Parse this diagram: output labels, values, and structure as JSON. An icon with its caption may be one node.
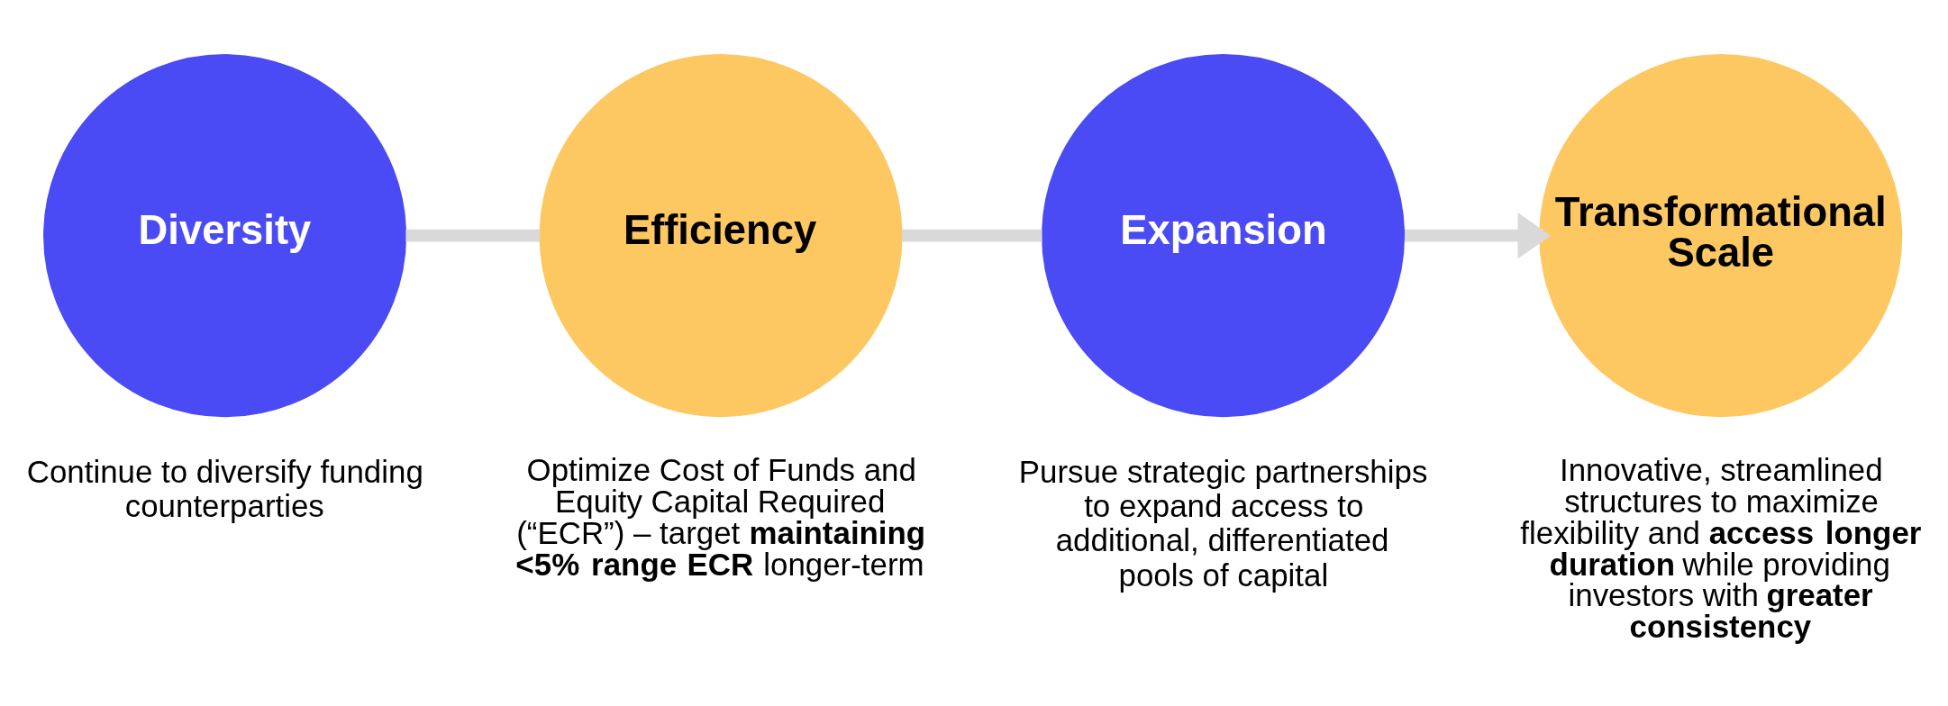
{
  "diagram": {
    "nodes": [
      {
        "text": [
          "Diversity"
        ],
        "beside": [
          "Continue to diversify funding counterparties"
        ]
      },
      {
        "text": [
          "Efficiency"
        ],
        "beside": [
          "Optimize Cost of Funds and Equity Capital Required (“ECR”) – target **maintaining <5% range ECR** longer-term"
        ]
      },
      {
        "text": [
          "Expansion"
        ],
        "beside": [
          "Pursue strategic partnerships to expand access to additional, differentiated pools of capital"
        ]
      },
      {
        "text": [
          "Transformational Scale"
        ],
        "beside": [
          "Innovative, streamlined structures to maximize flexibility and **access longer duration** while providing investors with **greater consistency**"
        ]
      }
    ],
    "edges": [
      {
        "from": 0,
        "to": 1,
        "arrow": "none"
      },
      {
        "from": 1,
        "to": 2,
        "arrow": "none"
      },
      {
        "from": 2,
        "to": 3,
        "arrow": "to"
      }
    ]
  }
}
